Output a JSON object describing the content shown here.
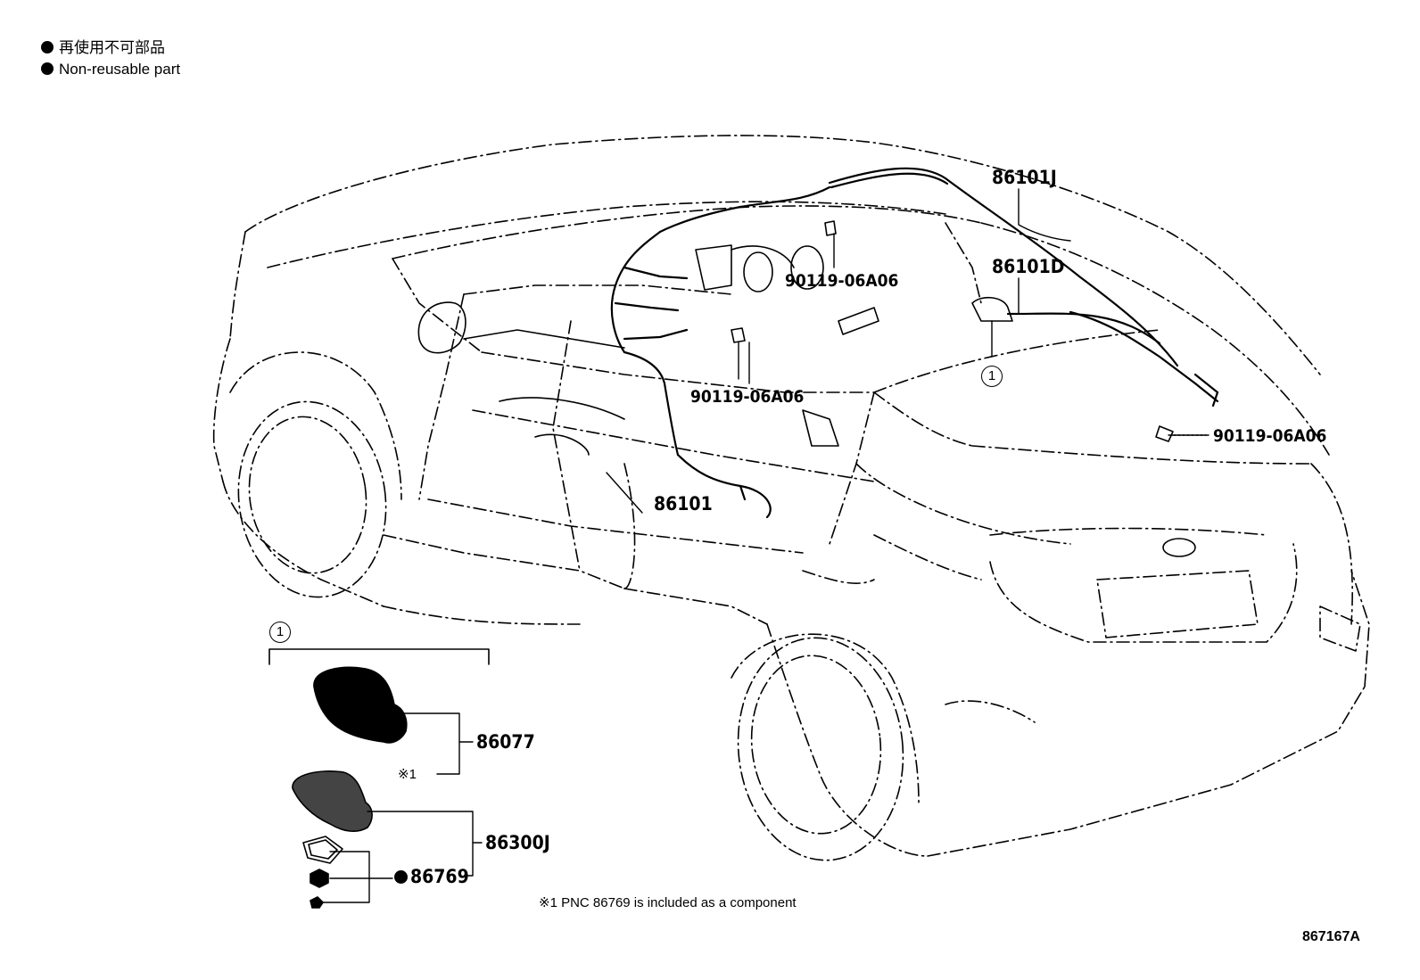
{
  "legend": {
    "line_ja": "再使用不可部品",
    "line_en": "Non-reusable part"
  },
  "callouts": {
    "c1": "86101J",
    "c2": "86101D",
    "c3": "90119-06A06",
    "c4": "90119-06A06",
    "c5": "90119-06A06",
    "c6": "86101",
    "c7": "86077",
    "c8": "86300J",
    "c9": "86769",
    "group_marker": "1",
    "group_marker_car": "1",
    "asterisk_ref": "※1"
  },
  "footnote": "※1 PNC 86769 is included as a component",
  "diagram_code": "867167A"
}
